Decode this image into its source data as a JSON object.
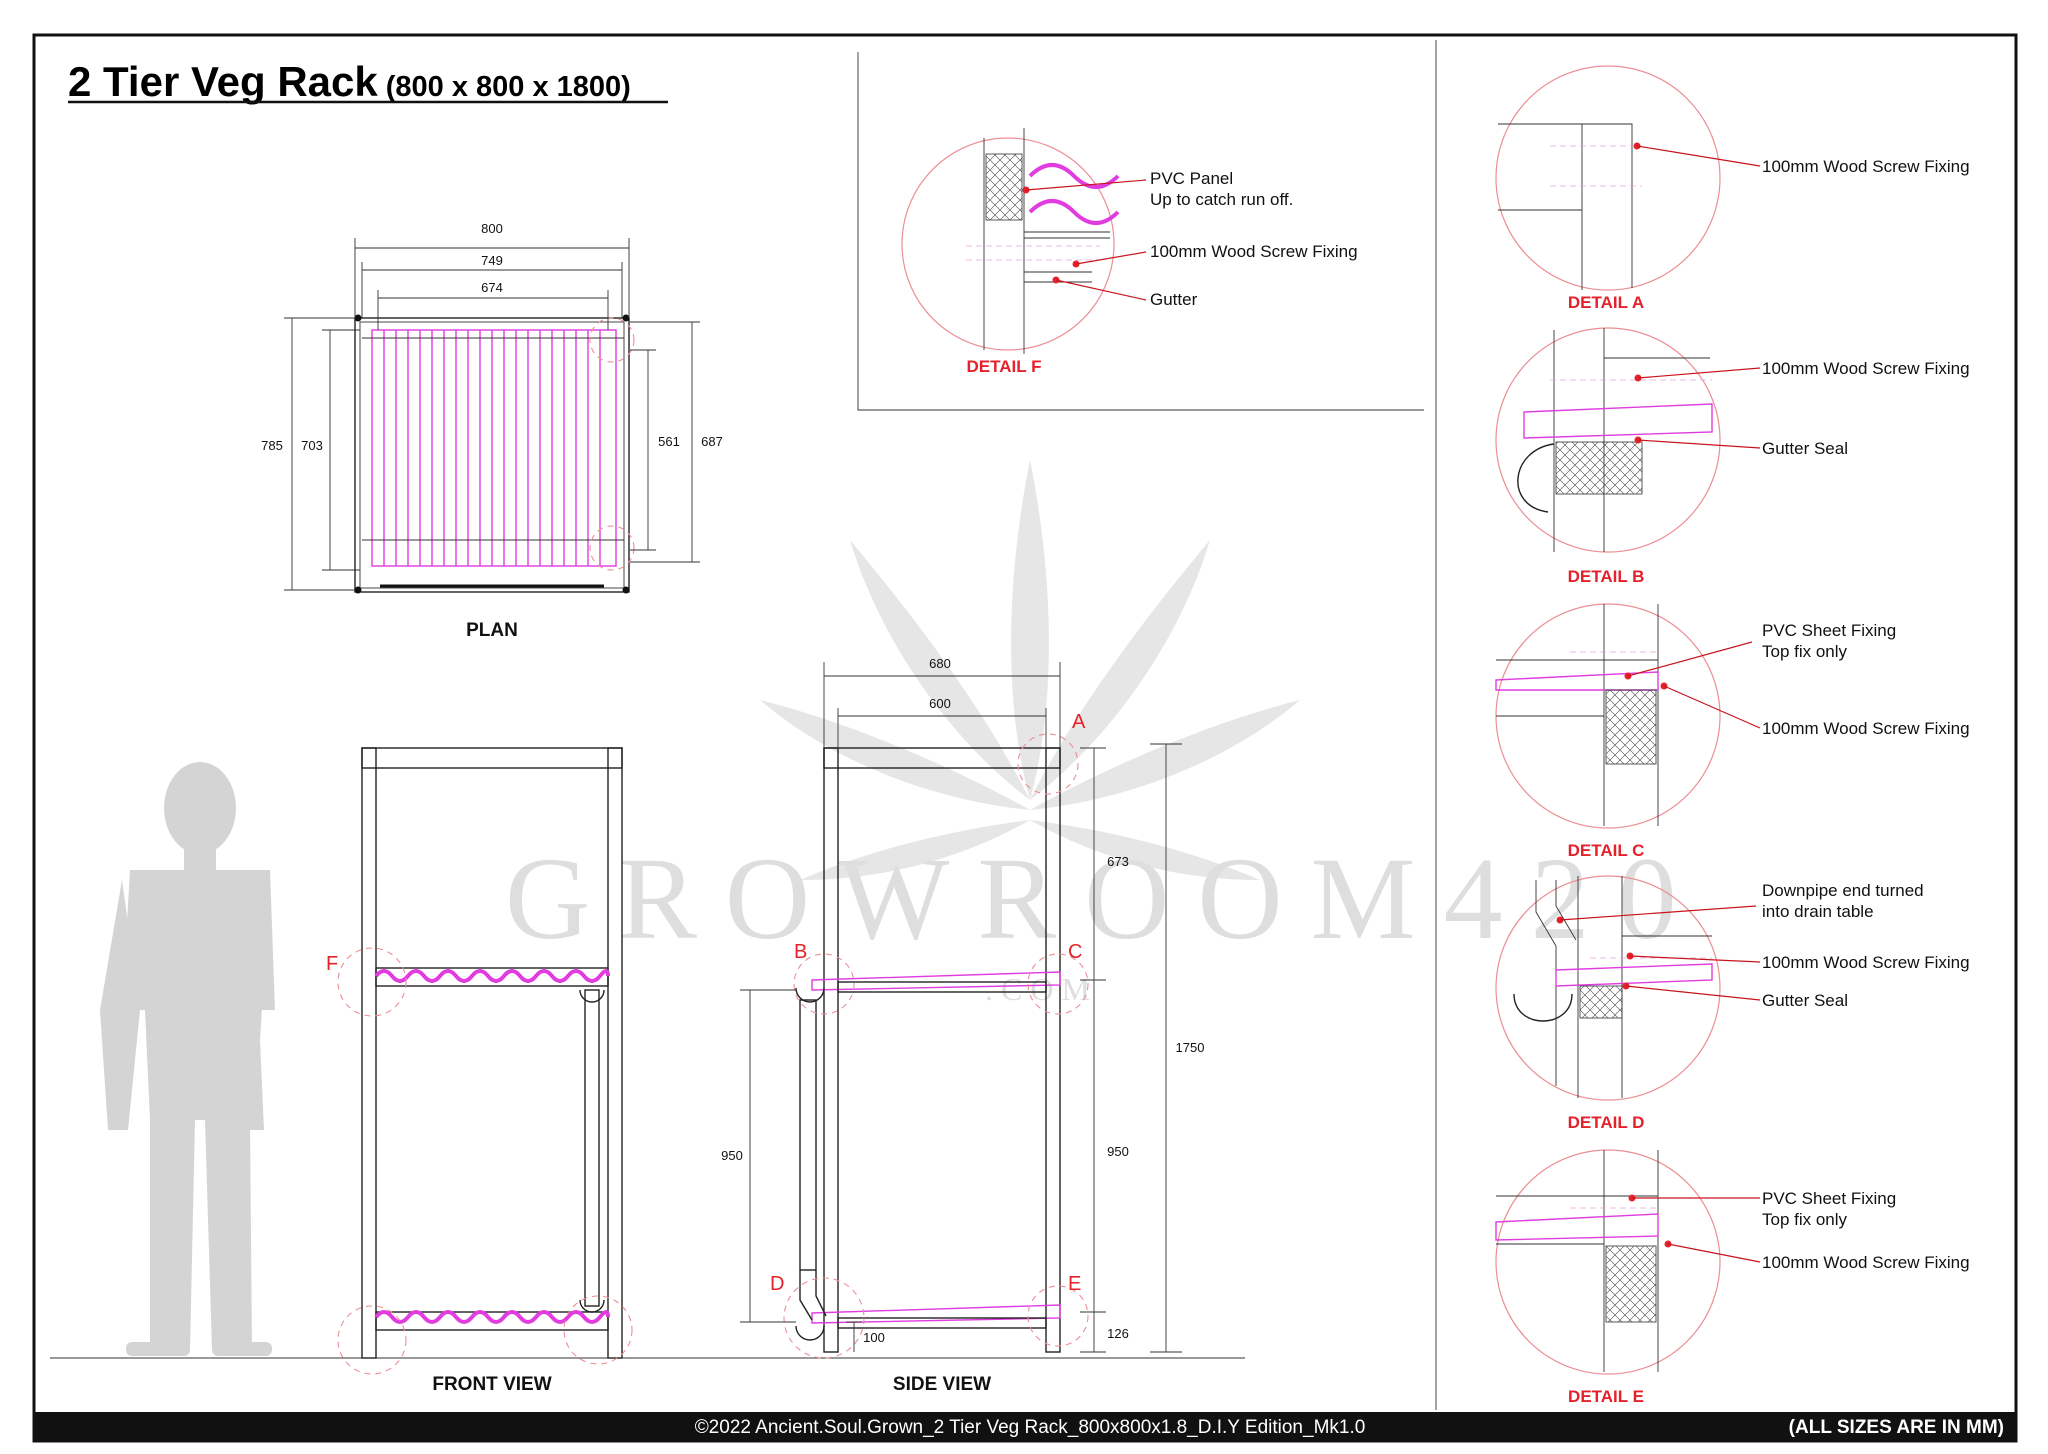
{
  "title": {
    "main": "2 Tier Veg Rack",
    "sub": "(800 x 800 x 1800)"
  },
  "views": {
    "plan": "PLAN",
    "front": "FRONT VIEW",
    "side": "SIDE VIEW"
  },
  "plan_dims": {
    "w_outer": "800",
    "w_mid": "749",
    "w_inner": "674",
    "h_outer": "785",
    "h_inner": "703",
    "h_right_inner": "561",
    "h_right_outer": "687"
  },
  "side_dims": {
    "w_outer": "680",
    "w_inner": "600",
    "top": "673",
    "upper": "950",
    "total": "1750",
    "lower_left": "950",
    "bottom": "126",
    "foot": "100"
  },
  "markers": {
    "a": "A",
    "b": "B",
    "c": "C",
    "d": "D",
    "e": "E",
    "f": "F"
  },
  "detail_f": {
    "title": "DETAIL F",
    "pvc_panel": "PVC Panel",
    "pvc_panel_2": "Up to catch run off.",
    "screw": "100mm Wood Screw Fixing",
    "gutter": "Gutter"
  },
  "detail_a": {
    "title": "DETAIL A",
    "screw": "100mm Wood Screw Fixing"
  },
  "detail_b": {
    "title": "DETAIL B",
    "screw": "100mm Wood Screw Fixing",
    "seal": "Gutter Seal"
  },
  "detail_c": {
    "title": "DETAIL C",
    "pvc": "PVC Sheet Fixing",
    "pvc_2": "Top fix only",
    "screw": "100mm Wood Screw Fixing"
  },
  "detail_d": {
    "title": "DETAIL D",
    "down": "Downpipe end turned",
    "down_2": "into drain table",
    "screw": "100mm Wood Screw Fixing",
    "seal": "Gutter Seal"
  },
  "detail_e": {
    "title": "DETAIL E",
    "pvc": "PVC Sheet Fixing",
    "pvc_2": "Top fix only",
    "screw": "100mm Wood Screw Fixing"
  },
  "watermark": {
    "main": "GROWROOM420",
    "sub": ".COM"
  },
  "footer": {
    "credit": "©2022 Ancient.Soul.Grown_2 Tier Veg Rack_800x800x1.8_D.I.Y Edition_Mk1.0",
    "units": "(ALL SIZES ARE IN MM)"
  },
  "colors": {
    "accent_red": "#e5222b",
    "pvc_pink": "#e13ce0",
    "footer_bg": "#111111"
  }
}
